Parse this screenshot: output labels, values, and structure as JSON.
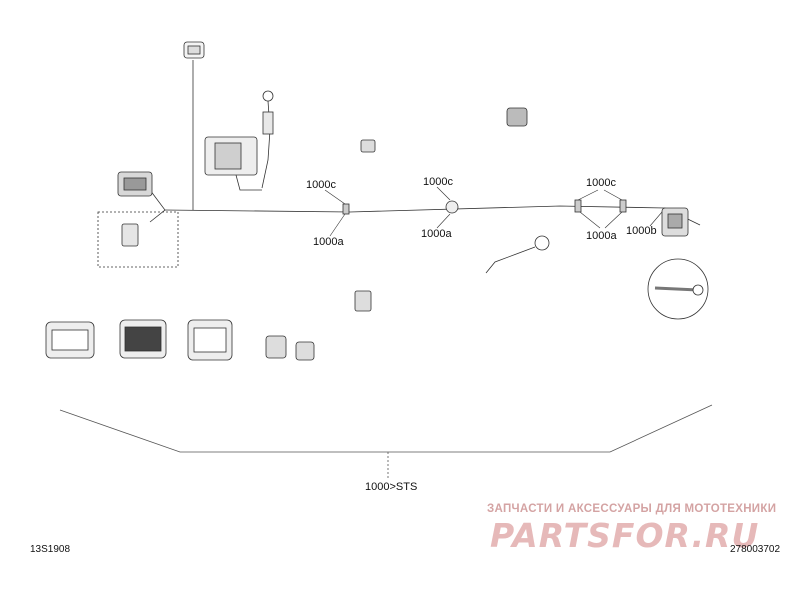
{
  "callouts": {
    "c1000c_left": "1000c",
    "c1000a_left": "1000a",
    "c1000c_mid": "1000c",
    "c1000a_mid": "1000a",
    "c1000c_right": "1000c",
    "c1000a_right": "1000a",
    "c1000b": "1000b",
    "c1000_sts": "1000>STS"
  },
  "footer": {
    "left_code": "13S1908",
    "right_code": "278003702"
  },
  "watermark": {
    "tagline": "ЗАПЧАСТИ И АКСЕССУАРЫ ДЛЯ МОТОТЕХНИКИ",
    "logo": "PARTSFOR.RU"
  },
  "colors": {
    "line": "#333333",
    "watermark_text": "#d4a3a3",
    "watermark_logo": "#e6b9b9"
  }
}
